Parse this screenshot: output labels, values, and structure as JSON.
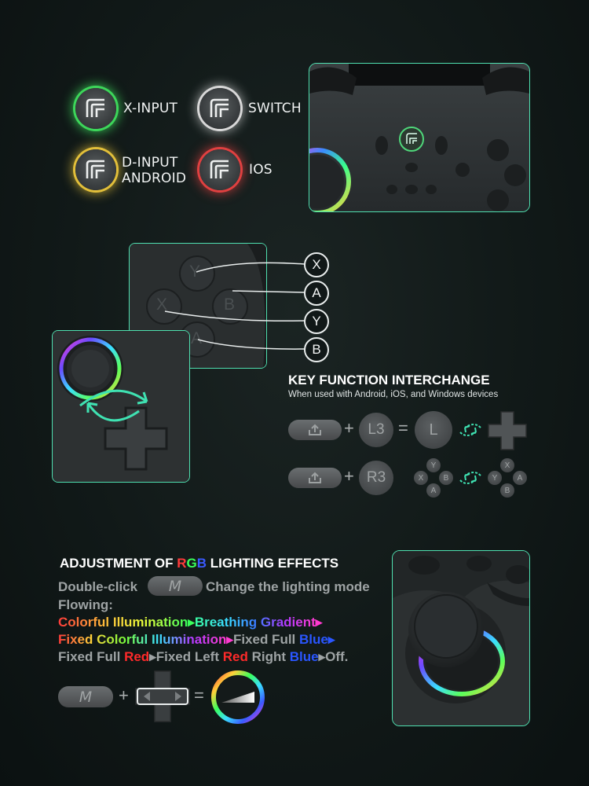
{
  "colors": {
    "accent": "#4fe0b0",
    "green": "#4ad65a",
    "yellow": "#e8c43a",
    "white": "#e8e8e8",
    "red": "#e04040",
    "blue": "#2a56ff"
  },
  "modes": [
    {
      "label": "X-INPUT",
      "glow": "#3dd65a"
    },
    {
      "label": "SWITCH",
      "glow": "#e8e8e8"
    },
    {
      "label": "D-INPUT\nANDROID",
      "glow": "#e8c43a"
    },
    {
      "label": "IOS",
      "glow": "#e04040"
    }
  ],
  "face_buttons": {
    "top": "Y",
    "left": "X",
    "right": "B",
    "bottom": "A"
  },
  "mapping_labels": [
    "X",
    "A",
    "Y",
    "B"
  ],
  "interchange": {
    "title": "KEY FUNCTION INTERCHANGE",
    "subtitle": "When used with Android, iOS, and Windows devices",
    "row1": {
      "plus": "+",
      "key": "L3",
      "equals": "=",
      "result": "L"
    },
    "row2": {
      "plus": "+",
      "key": "R3"
    },
    "abxy_left": {
      "top": "Y",
      "left": "X",
      "right": "B",
      "bottom": "A"
    },
    "abxy_right": {
      "top": "X",
      "left": "Y",
      "right": "A",
      "bottom": "B"
    }
  },
  "rgb": {
    "title_pre": "ADJUSTMENT OF ",
    "title_r": "R",
    "title_g": "G",
    "title_b": "B",
    "title_post": " LIGHTING EFFECTS",
    "double_click": "Double-click",
    "m_key": "M",
    "change_mode": "Change the lighting mode",
    "flowing": "Flowing:",
    "line1": {
      "part1": "Colorful Illumination",
      "arrow": "▸",
      "part2": "Breathing Gradient",
      "arrow2": "▸"
    },
    "line2": {
      "part1": "Fixed Colorful Illumination",
      "arrow": "▸",
      "part2": "Fixed Full ",
      "part3": "Blue",
      "arrow2": "▸"
    },
    "line3": {
      "a": "Fixed Full ",
      "b": "Red",
      "c": "▸Fixed Left ",
      "d": "Red",
      "e": " Right ",
      "f": "Blue",
      "g": "▸Off."
    },
    "combo": {
      "plus": "+",
      "equals": "="
    }
  }
}
